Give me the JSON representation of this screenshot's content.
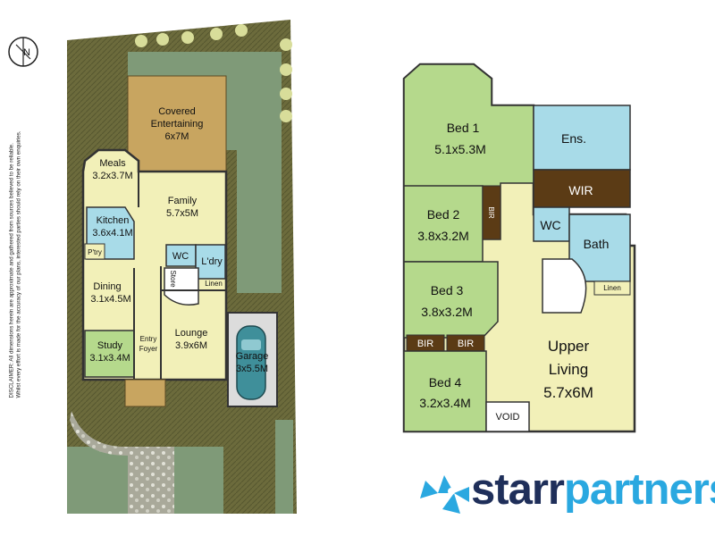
{
  "compass": {
    "label": "N"
  },
  "disclaimer": {
    "line1": "DISCLAIMER: All dimensions herein are approximate and gathered from sources believed to be reliable.",
    "line2": "Whilst every effort is made for the accuracy of our plans, interested parties should rely on their own enquiries."
  },
  "ground_floor": {
    "covered_entertaining": {
      "name": "Covered",
      "name2": "Entertaining",
      "size": "6x7M"
    },
    "meals": {
      "name": "Meals",
      "size": "3.2x3.7M"
    },
    "family": {
      "name": "Family",
      "size": "5.7x5M"
    },
    "kitchen": {
      "name": "Kitchen",
      "size": "3.6x4.1M"
    },
    "pantry": {
      "name": "P'try"
    },
    "wc": {
      "name": "WC"
    },
    "laundry": {
      "name": "L'dry"
    },
    "store": {
      "name": "Store"
    },
    "linen": {
      "name": "Linen"
    },
    "dining": {
      "name": "Dining",
      "size": "3.1x4.5M"
    },
    "lounge": {
      "name": "Lounge",
      "size": "3.9x6M"
    },
    "entry": {
      "name": "Entry",
      "name2": "Foyer"
    },
    "study": {
      "name": "Study",
      "size": "3.1x3.4M"
    },
    "garage": {
      "name": "Garage",
      "size": "3x5.5M"
    }
  },
  "upper_floor": {
    "bed1": {
      "name": "Bed 1",
      "size": "5.1x5.3M"
    },
    "ensuite": {
      "name": "Ens."
    },
    "wir": {
      "name": "WIR"
    },
    "bed2": {
      "name": "Bed 2",
      "size": "3.8x3.2M"
    },
    "bir_bed2": {
      "name": "BIR"
    },
    "wc": {
      "name": "WC"
    },
    "bath": {
      "name": "Bath"
    },
    "linen": {
      "name": "Linen"
    },
    "bed3": {
      "name": "Bed 3",
      "size": "3.8x3.2M"
    },
    "bir_left": {
      "name": "BIR"
    },
    "bir_right": {
      "name": "BIR"
    },
    "upper_living": {
      "name": "Upper",
      "name2": "Living",
      "size": "5.7x6M"
    },
    "bed4": {
      "name": "Bed 4",
      "size": "3.2x3.4M"
    },
    "void": {
      "name": "VOID"
    }
  },
  "brand": {
    "part1": "starr",
    "part2": "partners",
    "accent": "#2aa8e0",
    "dark": "#1f2f5a"
  },
  "colors": {
    "lawn": "#6b6a3a",
    "grass": "#7f9a78",
    "floor": "#f2f0b8",
    "bedroom": "#b5d98c",
    "wet": "#a8dbe8",
    "entertaining": "#c8a560",
    "wir": "#5b3b15"
  }
}
